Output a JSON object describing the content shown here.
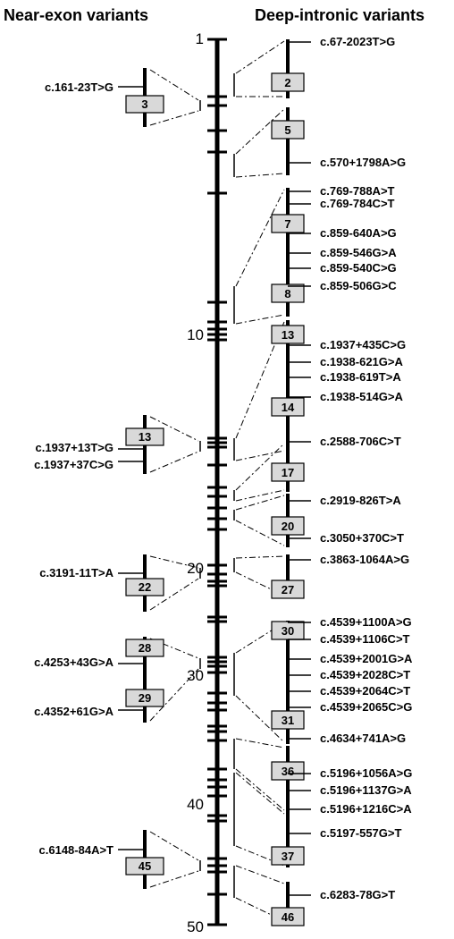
{
  "titles": {
    "left": "Near-exon variants",
    "right": "Deep-intronic variants"
  },
  "axis": {
    "ticks": [
      "1",
      "10",
      "20",
      "30",
      "40",
      "50"
    ]
  },
  "left_groups": [
    {
      "exon": "3",
      "variants": [
        "c.161-23T>G"
      ]
    },
    {
      "exon": "13",
      "variants": [
        "c.1937+13T>G",
        "c.1937+37C>G"
      ]
    },
    {
      "exon": "22",
      "variants": [
        "c.3191-11T>A"
      ]
    },
    {
      "exon": "28",
      "variants": [
        "c.4253+43G>A"
      ]
    },
    {
      "exon": "29",
      "variants": [
        "c.4352+61G>A"
      ]
    },
    {
      "exon": "45",
      "variants": [
        "c.6148-84A>T"
      ]
    }
  ],
  "right_groups": [
    {
      "exons": [
        "2"
      ],
      "variants": [
        "c.67-2023T>G"
      ]
    },
    {
      "exons": [
        "5"
      ],
      "variants": [
        "c.570+1798A>G"
      ]
    },
    {
      "exons": [
        "7",
        "8"
      ],
      "variants": [
        "c.769-788A>T",
        "c.769-784C>T",
        "c.859-640A>G",
        "c.859-546G>A",
        "c.859-540C>G",
        "c.859-506G>C"
      ]
    },
    {
      "exons": [
        "13",
        "14"
      ],
      "variants": [
        "c.1937+435C>G",
        "c.1938-621G>A",
        "c.1938-619T>A",
        "c.1938-514G>A"
      ]
    },
    {
      "exons": [
        "17"
      ],
      "variants": [
        "c.2588-706C>T"
      ]
    },
    {
      "exons": [
        "20"
      ],
      "variants": [
        "c.2919-826T>A",
        "c.3050+370C>T"
      ]
    },
    {
      "exons": [
        "27"
      ],
      "variants": [
        "c.3863-1064A>G"
      ]
    },
    {
      "exons": [
        "30",
        "31"
      ],
      "variants": [
        "c.4539+1100A>G",
        "c.4539+1106C>T",
        "c.4539+2001G>A",
        "c.4539+2028C>T",
        "c.4539+2064C>T",
        "c.4539+2065C>G",
        "c.4634+741A>G"
      ]
    },
    {
      "exons": [
        "36"
      ],
      "variants": [
        "c.5196+1056A>G",
        "c.5196+1137G>A",
        "c.5196+1216C>A"
      ]
    },
    {
      "exons": [
        "37"
      ],
      "variants": [
        "c.5197-557G>T"
      ]
    },
    {
      "exons": [
        "46"
      ],
      "variants": [
        "c.6283-78G>T"
      ]
    }
  ]
}
